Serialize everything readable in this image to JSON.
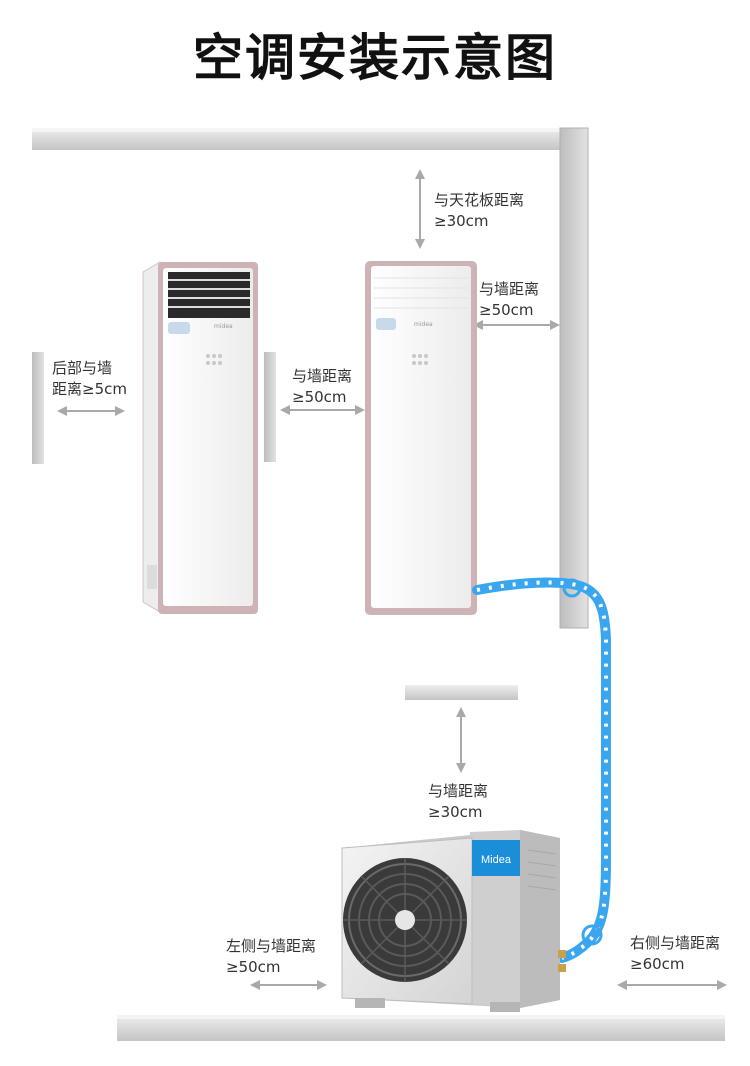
{
  "title": "空调安装示意图",
  "labels": {
    "ceiling": {
      "line1": "与天花板距离",
      "line2": "≥30cm"
    },
    "right_wall_indoor": {
      "line1": "与墙距离",
      "line2": "≥50cm"
    },
    "rear_wall": {
      "line1": "后部与墙",
      "line2": "距离≥5cm"
    },
    "side_wall": {
      "line1": "与墙距离",
      "line2": "≥50cm"
    },
    "outdoor_rear": {
      "line1": "与墙距离",
      "line2": "≥30cm"
    },
    "outdoor_left": {
      "line1": "左侧与墙距离",
      "line2": "≥50cm"
    },
    "outdoor_right": {
      "line1": "右侧与墙距离",
      "line2": "≥60cm"
    }
  },
  "brand": "Midea",
  "colors": {
    "wall": "#d7d7d7",
    "wall_dark": "#8c8c8c",
    "arrow": "#a9a9a9",
    "pipe": "#3aa6f0",
    "unit_body": "#fafafa",
    "unit_frame": "#c9aeb0",
    "brand_blue": "#1b8ed9"
  }
}
